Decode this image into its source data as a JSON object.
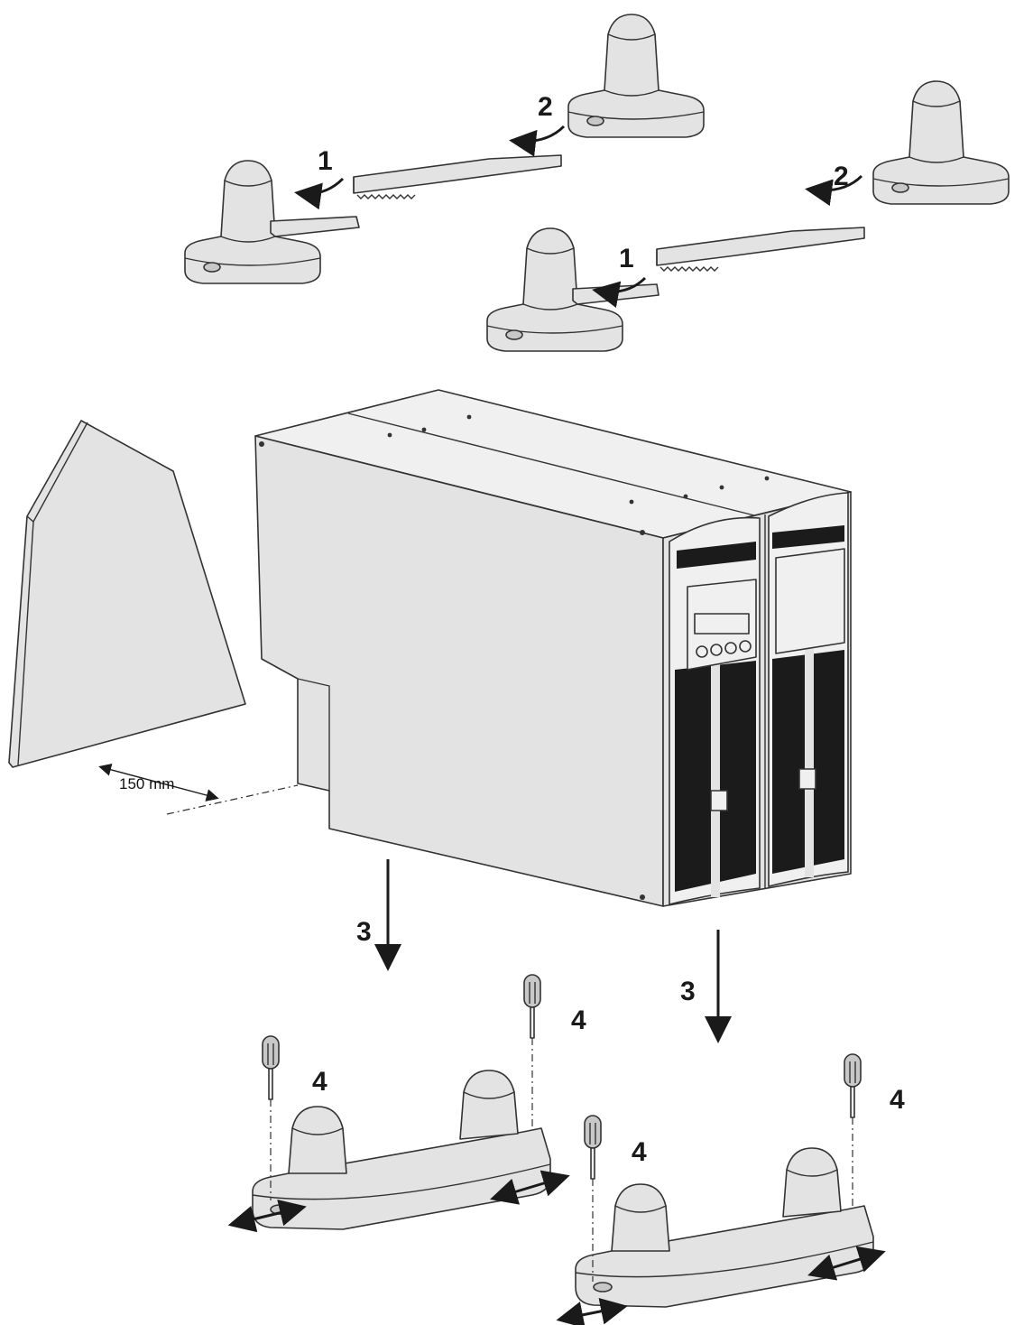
{
  "labels": {
    "step_1": "1",
    "step_2": "2",
    "step_3": "3",
    "step_4": "4",
    "clearance": "150 mm"
  },
  "icons": [
    "ups-cabinet",
    "stabilizer-foot",
    "extension-bar",
    "screwdriver",
    "wall-panel",
    "double-arrow"
  ],
  "colors": {
    "line": "#333333",
    "fill": "#e3e3e3",
    "grille": "#1b1b1b"
  }
}
